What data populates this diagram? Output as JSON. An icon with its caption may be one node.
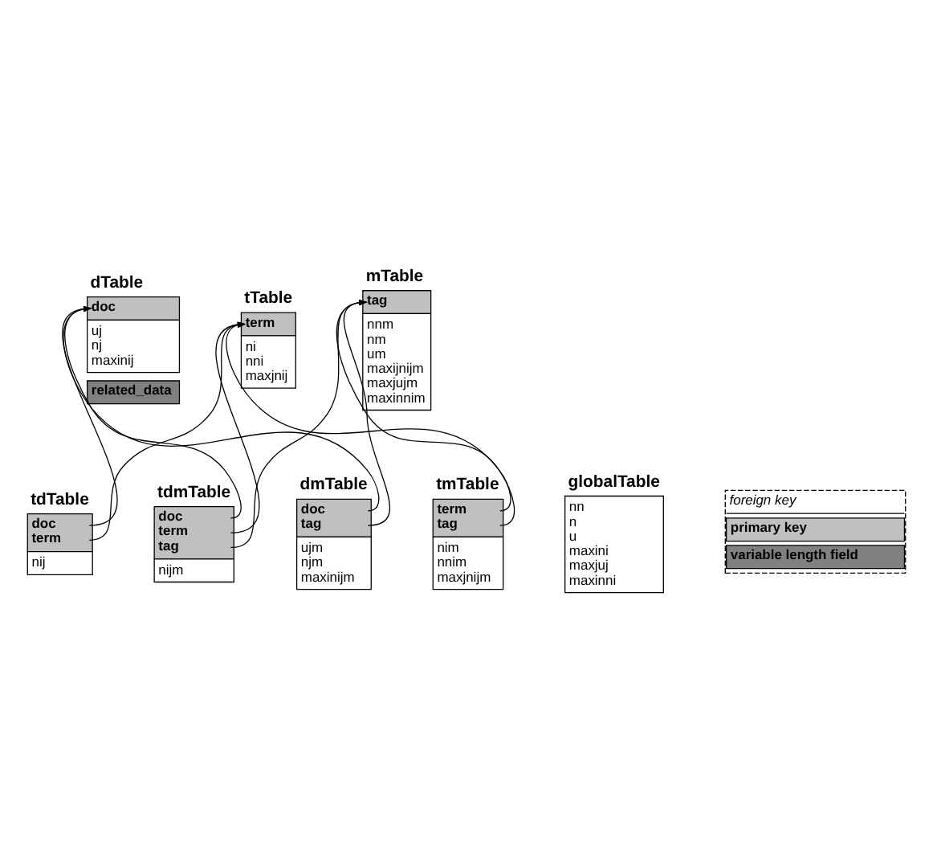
{
  "diagram": {
    "nodes": [
      {
        "text": [
          "tTable",
          "term",
          "ni nni maxjnij"
        ]
      },
      {
        "text": [
          "dTable",
          "doc",
          "uj nj maxinij",
          "related_data"
        ]
      },
      {
        "text": [
          "mTable",
          "tag",
          "nnm nm um maxijnijm maxjujm maxinnim"
        ]
      },
      {
        "text": [
          "tdTable",
          "doc term",
          "nij"
        ]
      },
      {
        "text": [
          "tmTable",
          "term tag",
          "nim nnim maxjnijm"
        ]
      },
      {
        "text": [
          "dmTable",
          "doc tag",
          "ujm njm maxinijm"
        ]
      },
      {
        "text": [
          "tdmTable",
          "doc term tag",
          "nijm"
        ]
      },
      {
        "text": [
          "globalTable",
          "nn n u maxini maxjuj maxinni"
        ]
      }
    ],
    "edges": [
      {
        "from": 3,
        "to": 1,
        "arrow": "to"
      },
      {
        "from": 3,
        "to": 0,
        "arrow": "to"
      },
      {
        "from": 4,
        "to": 0,
        "arrow": "to"
      },
      {
        "from": 4,
        "to": 2,
        "arrow": "to"
      },
      {
        "from": 5,
        "to": 1,
        "arrow": "to"
      },
      {
        "from": 5,
        "to": 2,
        "arrow": "to"
      },
      {
        "from": 6,
        "to": 1,
        "arrow": "to"
      },
      {
        "from": 6,
        "to": 0,
        "arrow": "to"
      },
      {
        "from": 6,
        "to": 2,
        "arrow": "to"
      }
    ],
    "legend": [
      {
        "text": "foreign key"
      },
      {
        "text": "primary key",
        "color": "#c0c0c0"
      },
      {
        "text": "variable length field",
        "color": "#808080"
      }
    ]
  }
}
